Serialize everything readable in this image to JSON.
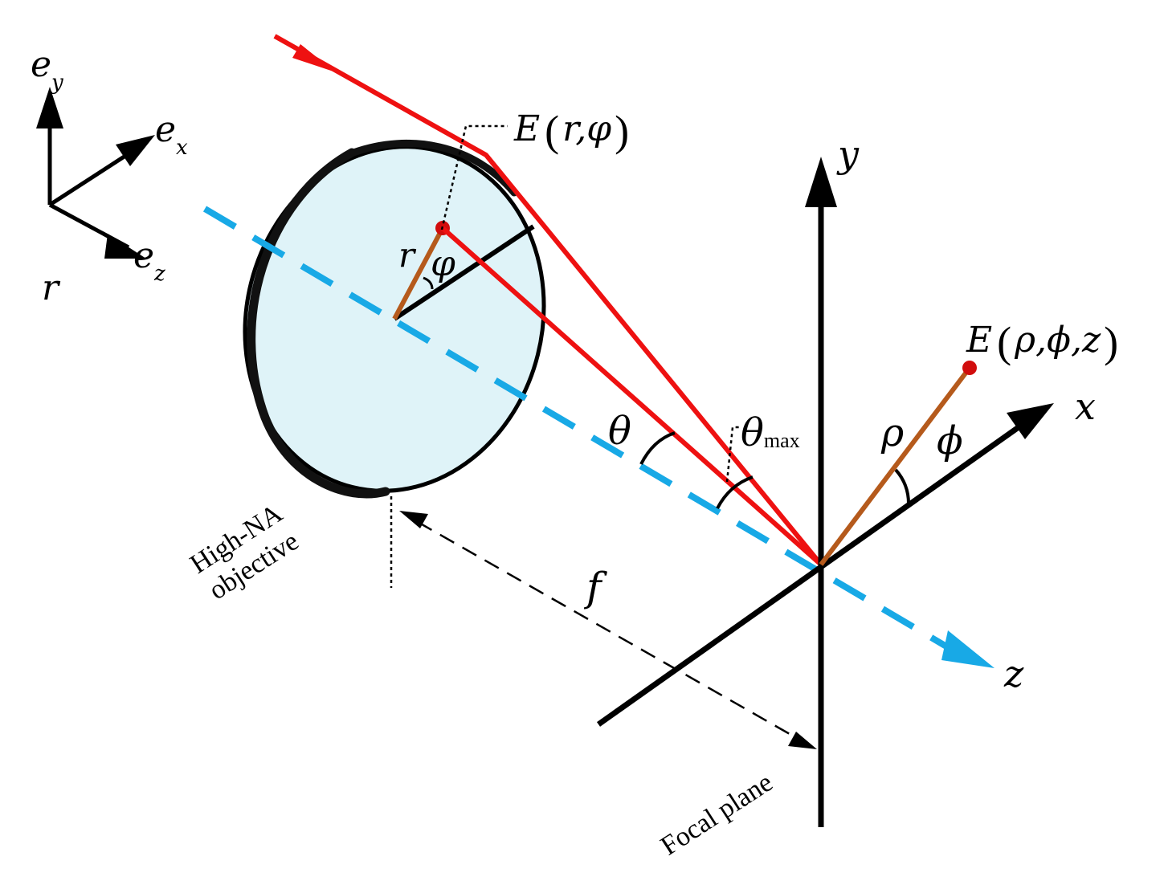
{
  "colors": {
    "ray": "#ee1111",
    "optical_axis": "#18a9e6",
    "lens_fill": "#dff3f8",
    "lens_rim": "#000000",
    "radius_line": "#b55a1c",
    "point": "#d10d0d"
  },
  "basis": {
    "ey_main": "e",
    "ey_sub": "y",
    "ex_main": "e",
    "ex_sub": "x",
    "ez_main": "e",
    "ez_sub": "z",
    "r_label": "r"
  },
  "lens": {
    "caption_line1": "High-NA",
    "caption_line2": "objective",
    "r_label": "r",
    "varphi_label": "φ"
  },
  "field_in": {
    "E": "E",
    "lparen": "(",
    "args": "r,φ",
    "rparen": ")"
  },
  "angles": {
    "theta": "θ",
    "theta_max_main": "θ",
    "theta_max_sub": "max"
  },
  "focal": {
    "f_label": "f",
    "plane_caption": "Focal plane"
  },
  "axes": {
    "x": "x",
    "y": "y",
    "z": "z"
  },
  "field_out": {
    "E": "E",
    "lparen": "(",
    "args": "ρ,ϕ,z",
    "rparen": ")",
    "rho": "ρ",
    "phi": "ϕ"
  }
}
